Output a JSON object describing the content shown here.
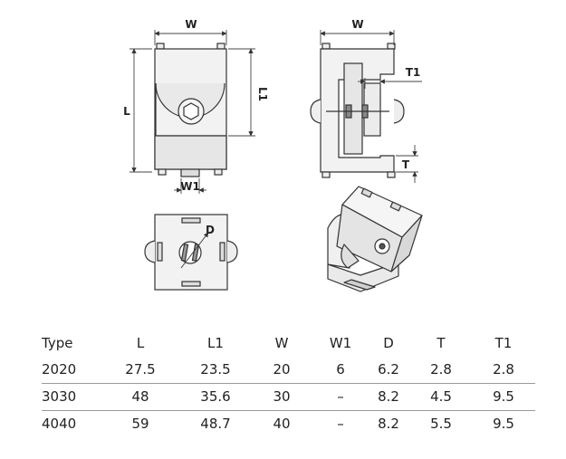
{
  "drawing": {
    "front_view": {
      "width_label": "W",
      "length_label": "L",
      "inner_length_label": "L1",
      "slot_label": "W1"
    },
    "side_view": {
      "width_label": "W",
      "plate_label": "T1",
      "thickness_label": "T"
    },
    "bottom_view": {
      "diameter_label": "D"
    }
  },
  "table": {
    "headers": [
      "Type",
      "L",
      "L1",
      "W",
      "W1",
      "D",
      "T",
      "T1"
    ],
    "rows": [
      [
        "2020",
        "27.5",
        "23.5",
        "20",
        "6",
        "6.2",
        "2.8",
        "2.8"
      ],
      [
        "3030",
        "48",
        "35.6",
        "30",
        "–",
        "8.2",
        "4.5",
        "9.5"
      ],
      [
        "4040",
        "59",
        "48.7",
        "40",
        "–",
        "8.2",
        "5.5",
        "9.5"
      ]
    ]
  }
}
